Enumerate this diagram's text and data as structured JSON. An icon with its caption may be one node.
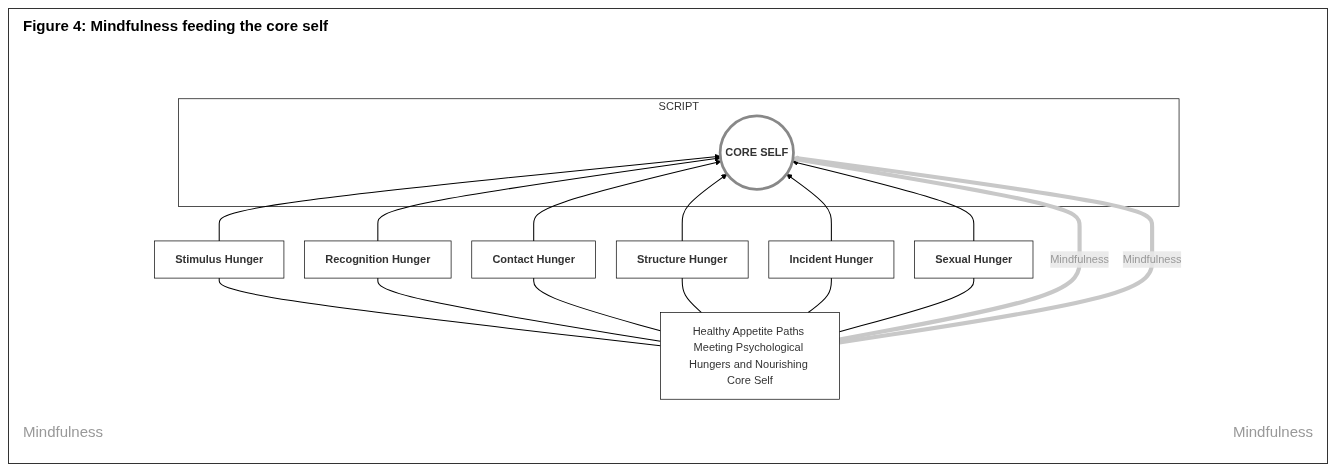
{
  "diagram": {
    "title": "Figure 4: Mindfulness feeding the core self",
    "nodes": [
      {
        "text": [
          "SCRIPT"
        ]
      },
      {
        "text": [
          "CORE SELF"
        ],
        "in": 0
      },
      {
        "text": [
          "Stimulus Hunger"
        ]
      },
      {
        "text": [
          "Sexual Hunger"
        ]
      },
      {
        "text": [
          "Recognition Hunger"
        ]
      },
      {
        "text": [
          "Incident Hunger"
        ]
      },
      {
        "text": [
          "Contact Hunger"
        ]
      },
      {
        "text": [
          "Structure Hunger"
        ]
      },
      {
        "text": [
          "Healthy Appetite Paths Meeting Psychological Hungers and Nourishing Core Self"
        ]
      }
    ],
    "edges": [
      {
        "from": 2,
        "to": 1,
        "arrow": "to"
      },
      {
        "from": 4,
        "to": 1,
        "arrow": "to"
      },
      {
        "from": 6,
        "to": 1,
        "arrow": "to"
      },
      {
        "from": 7,
        "to": 1,
        "arrow": "to"
      },
      {
        "from": 5,
        "to": 1,
        "arrow": "to"
      },
      {
        "from": 3,
        "to": 1,
        "arrow": "to"
      },
      {
        "from": 8,
        "to": 2,
        "arrow": "none"
      },
      {
        "from": 8,
        "to": 4,
        "arrow": "none"
      },
      {
        "from": 8,
        "to": 6,
        "arrow": "none"
      },
      {
        "from": 8,
        "to": 7,
        "arrow": "none"
      },
      {
        "from": 8,
        "to": 5,
        "arrow": "none"
      },
      {
        "from": 8,
        "to": 3,
        "arrow": "none"
      },
      {
        "from": 8,
        "to": 1,
        "arrow": "to",
        "label": "Mindfulness",
        "style": "thick",
        "color": "#c8c8c8"
      },
      {
        "from": 8,
        "to": 1,
        "arrow": "to",
        "label": "Mindfulness",
        "style": "thick",
        "color": "#c8c8c8"
      }
    ],
    "labels": [
      "Mindfulness",
      "Mindfulness"
    ]
  }
}
